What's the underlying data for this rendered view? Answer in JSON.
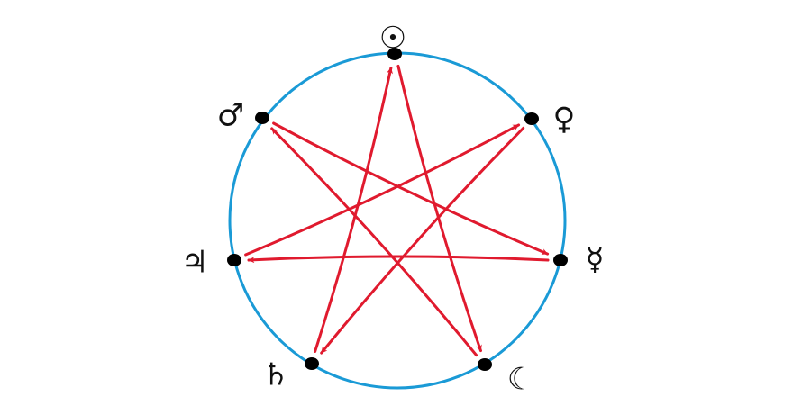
{
  "diagram": {
    "colors": {
      "circle": "#1a9ad6",
      "arrow": "#e01a2e",
      "node": "#000000",
      "label": "#111111"
    },
    "planets": [
      {
        "id": "sun",
        "symbol": "☉",
        "icon": "sun-symbol-icon"
      },
      {
        "id": "venus",
        "symbol": "♀",
        "icon": "venus-symbol-icon"
      },
      {
        "id": "mercury",
        "symbol": "☿",
        "icon": "mercury-symbol-icon"
      },
      {
        "id": "moon",
        "symbol": "☾",
        "icon": "moon-symbol-icon"
      },
      {
        "id": "saturn",
        "symbol": "♄",
        "icon": "saturn-symbol-icon"
      },
      {
        "id": "jupiter",
        "symbol": "♃",
        "icon": "jupiter-symbol-icon"
      },
      {
        "id": "mars",
        "symbol": "♂",
        "icon": "mars-symbol-icon"
      }
    ],
    "arrows": [
      {
        "from": "sun",
        "to": "moon"
      },
      {
        "from": "moon",
        "to": "mars"
      },
      {
        "from": "mars",
        "to": "mercury"
      },
      {
        "from": "mercury",
        "to": "jupiter"
      },
      {
        "from": "jupiter",
        "to": "venus"
      },
      {
        "from": "venus",
        "to": "saturn"
      },
      {
        "from": "saturn",
        "to": "sun"
      }
    ]
  }
}
